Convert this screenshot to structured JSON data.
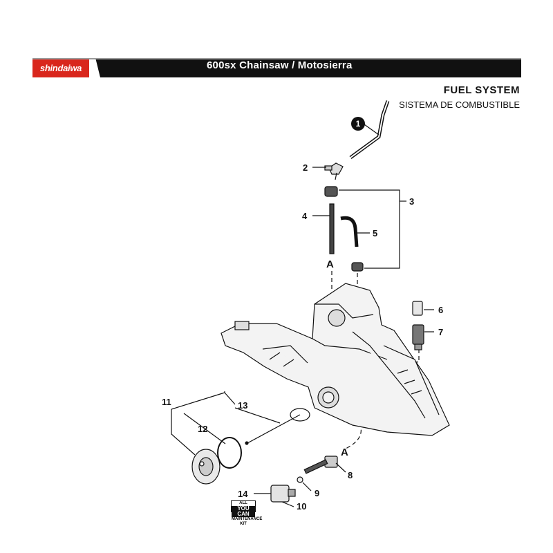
{
  "header": {
    "brand": "shindaiwa",
    "title": "600sx Chainsaw / Motosierra"
  },
  "section": {
    "title": "FUEL SYSTEM",
    "subtitle": "SISTEMA DE COMBUSTIBLE"
  },
  "callouts": [
    "1",
    "2",
    "3",
    "4",
    "5",
    "6",
    "7",
    "8",
    "9",
    "10",
    "11",
    "12",
    "13",
    "14"
  ],
  "refs": [
    "A",
    "A"
  ],
  "watermark": {
    "top": "ALL",
    "main": "YOU CAN",
    "bottom": "MAINTENANCE KIT"
  },
  "colors": {
    "brand_red": "#d9261c",
    "band": "#111111"
  }
}
